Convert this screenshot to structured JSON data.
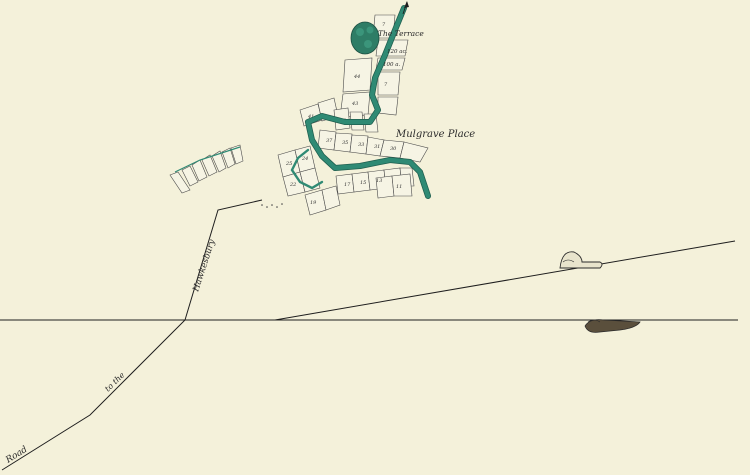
{
  "labels": {
    "terrace": "The Terrace",
    "mulgrave": "Mulgrave Place",
    "road_word1": "Road",
    "road_word2": "to the",
    "road_word3": "Hawkesbury",
    "lot_120": "120 ac.",
    "lot_100": "100 a."
  },
  "colors": {
    "paper": "#f4f1da",
    "river": "#2f8a74",
    "tree": "#2e7d66",
    "ink": "#1e1e1e"
  },
  "icons": {
    "tree": "tree-cluster-icon",
    "north_arrow": "north-arrow-icon",
    "hill_upper": "hill-sketch-icon",
    "hill_lower": "rock-sketch-icon"
  }
}
